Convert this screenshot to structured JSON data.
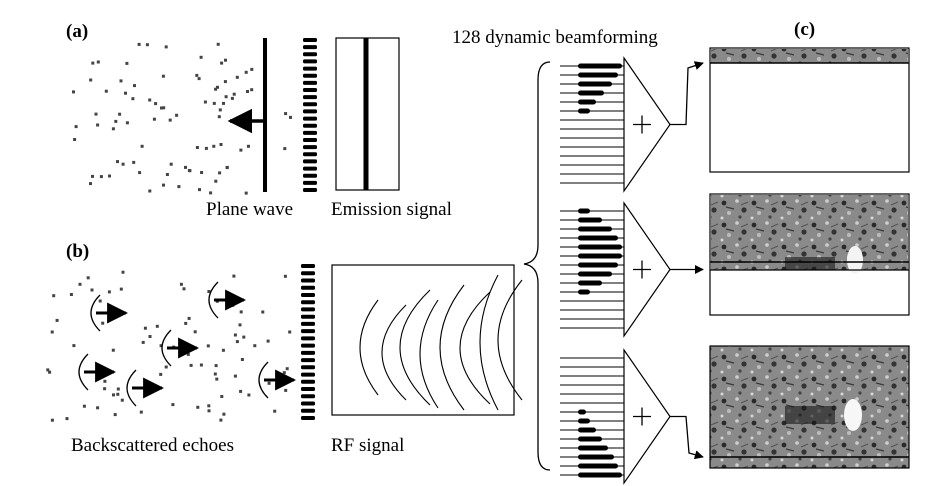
{
  "figure": {
    "panel_a": {
      "letter": "(a)",
      "plane_wave_label": "Plane wave",
      "emission_label": "Emission signal"
    },
    "panel_b": {
      "letter": "(b)",
      "echoes_label": "Backscattered echoes",
      "rf_label": "RF signal"
    },
    "panel_c": {
      "letter": "(c)",
      "beamforming_label": "128 dynamic beamforming"
    }
  },
  "colors": {
    "ink": "#000000",
    "scatter": "#444444",
    "speckle_dark": "#1e1e1e",
    "speckle_light": "#d8d8d8"
  },
  "icons": [
    "arrow-left-icon",
    "arrow-right-icon",
    "summation-plus-icon"
  ]
}
